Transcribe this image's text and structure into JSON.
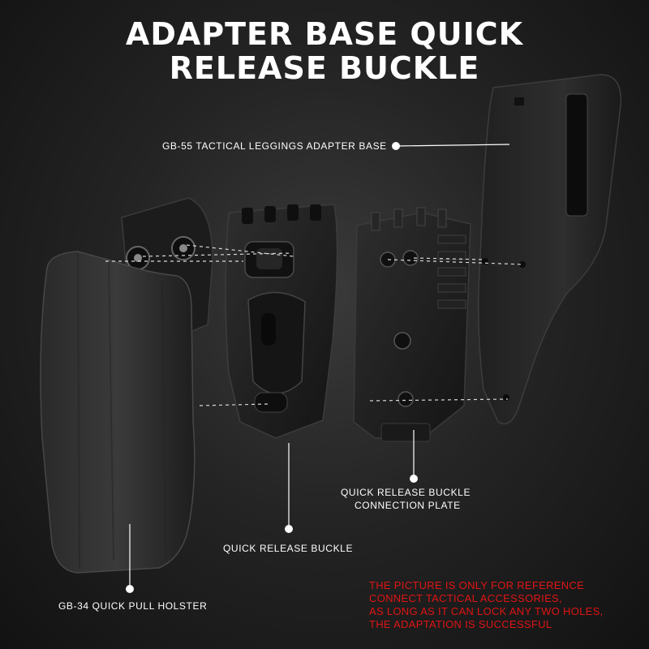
{
  "title": {
    "line1": "ADAPTER BASE QUICK",
    "line2": "RELEASE BUCKLE"
  },
  "labels": {
    "adapter_base": "GB-55 TACTICAL LEGGINGS ADAPTER BASE",
    "connection_plate_line1": "QUICK RELEASE BUCKLE",
    "connection_plate_line2": "CONNECTION PLATE",
    "quick_release_buckle": "QUICK RELEASE BUCKLE",
    "holster": "GB-34 QUICK PULL HOLSTER"
  },
  "disclaimer": {
    "line1": "THE PICTURE IS ONLY FOR REFERENCE",
    "line2": "CONNECT TACTICAL ACCESSORIES,",
    "line3": "AS LONG AS IT CAN LOCK ANY TWO HOLES,",
    "line4": "THE ADAPTATION IS SUCCESSFUL"
  },
  "colors": {
    "background": "#242424",
    "title": "#ffffff",
    "label": "#ffffff",
    "disclaimer": "#e01414",
    "parts": "#1c1c1c"
  }
}
